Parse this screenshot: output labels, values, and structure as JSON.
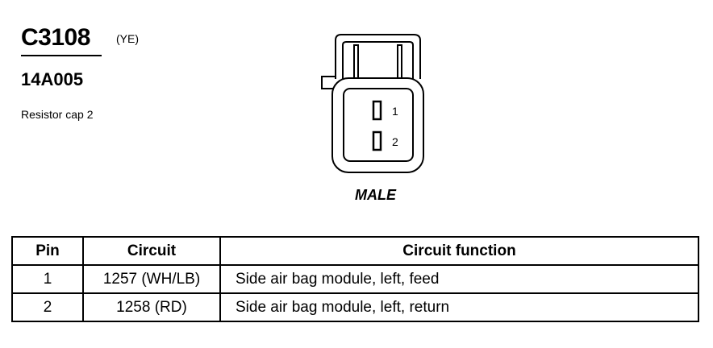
{
  "connector": {
    "id": "C3108",
    "color": "(YE)",
    "part_number": "14A005",
    "description": "Resistor cap 2",
    "gender": "MALE",
    "pin_labels": [
      "1",
      "2"
    ]
  },
  "table": {
    "headers": [
      "Pin",
      "Circuit",
      "Circuit function"
    ],
    "rows": [
      {
        "pin": "1",
        "circuit": "1257 (WH/LB)",
        "function": "Side air bag module, left, feed"
      },
      {
        "pin": "2",
        "circuit": "1258 (RD)",
        "function": "Side air bag module, left, return"
      }
    ]
  }
}
